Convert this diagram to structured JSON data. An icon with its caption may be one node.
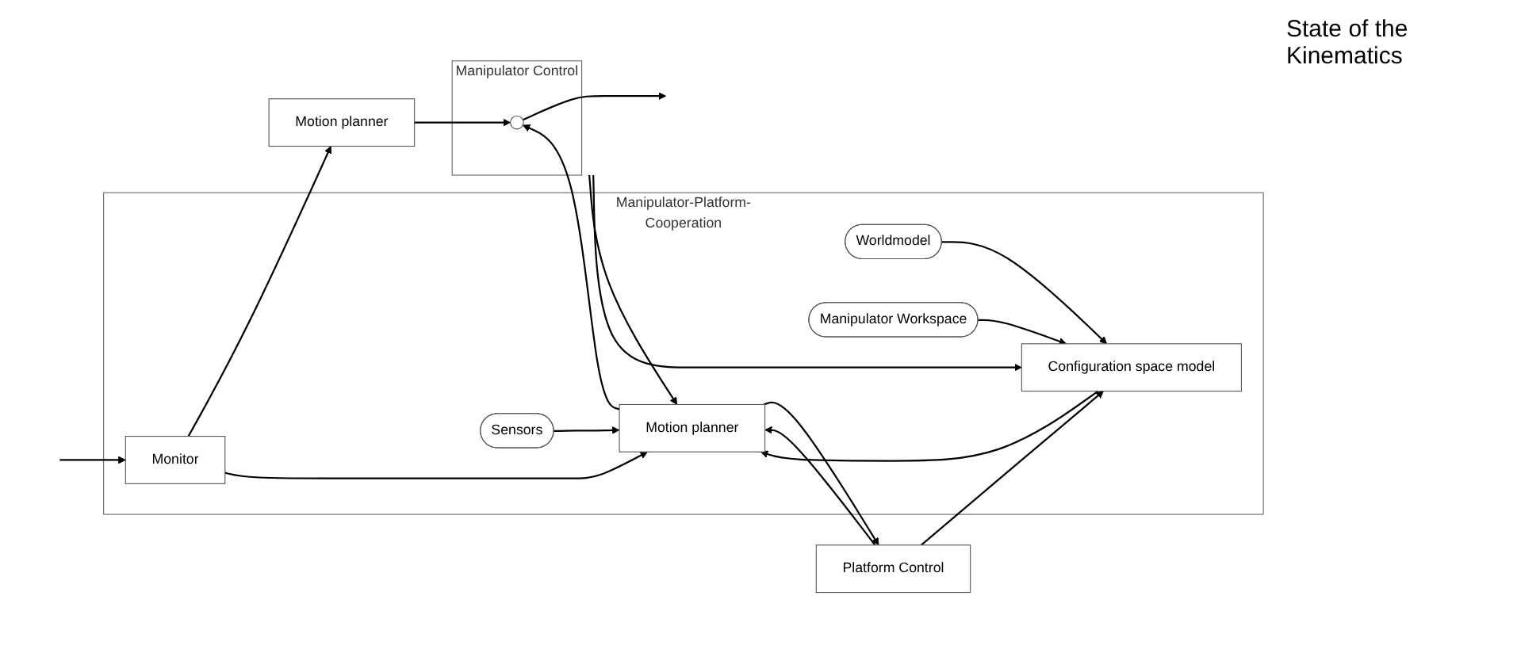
{
  "diagram": {
    "nodes": [
      {
        "text": [
          "Motion planner"
        ]
      },
      {
        "text": [
          "Manipulator-Platform-Cooperation"
        ]
      },
      {
        "text": [
          "Monitor"
        ],
        "in": 1
      },
      {
        "text": [
          "Sensors"
        ],
        "in": 1
      },
      {
        "text": [
          "Motion planner"
        ],
        "in": 1
      },
      {
        "text": [
          "Worldmodel"
        ],
        "in": 1
      },
      {
        "text": [
          "Configuration space model"
        ],
        "in": 1
      },
      {
        "text": [
          "Manipulator Workspace"
        ],
        "in": 1
      },
      {
        "text": [
          "Manipulator Control"
        ]
      },
      {
        "text": [],
        "shape": "circle",
        "in": 8
      },
      {
        "text": [
          "Platform Control"
        ]
      }
    ],
    "edges": [
      {
        "from": null,
        "to": 2,
        "arrow": "to"
      },
      {
        "from": 2,
        "to": 0,
        "arrow": "to"
      },
      {
        "from": 2,
        "to": 4,
        "arrow": "to"
      },
      {
        "from": 3,
        "to": 4,
        "arrow": "to"
      },
      {
        "from": 6,
        "to": 4,
        "arrow": "to"
      },
      {
        "from": 5,
        "to": 6,
        "arrow": "to"
      },
      {
        "from": 7,
        "to": 6,
        "arrow": "to"
      },
      {
        "from": 0,
        "to": 9,
        "arrow": "to"
      },
      {
        "from": 9,
        "to": null,
        "arrow": "to"
      },
      {
        "from": 4,
        "to": 10,
        "arrow": "to"
      },
      {
        "from": 4,
        "to": 9,
        "arrow": "to"
      },
      {
        "from": 8,
        "to": 4,
        "arrow": "to"
      },
      {
        "from": 8,
        "to": 6,
        "arrow": "to"
      },
      {
        "from": 10,
        "to": 4,
        "arrow": "to"
      },
      {
        "from": 10,
        "to": 6,
        "arrow": "to"
      }
    ],
    "labels": [
      "State of the Kinematics"
    ]
  }
}
